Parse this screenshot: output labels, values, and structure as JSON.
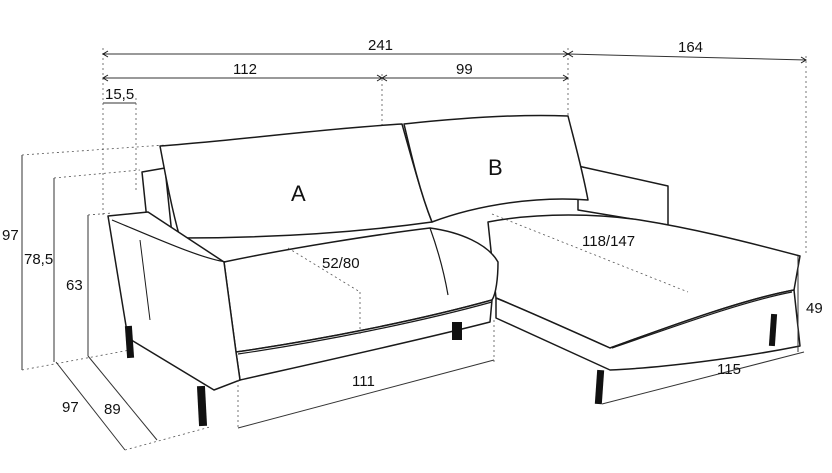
{
  "cushions": {
    "a": "A",
    "b": "B"
  },
  "dimensions": {
    "total_width": "241",
    "left_section": "112",
    "right_section": "99",
    "chaise_length": "164",
    "armrest": "15,5",
    "total_height": "97",
    "back_height": "78,5",
    "arm_height": "63",
    "total_depth": "97",
    "seat_depth": "89",
    "seat_width_a": "111",
    "seat_depth_a": "52/80",
    "seat_depth_b": "118/147",
    "chaise_height": "49",
    "chaise_width": "115"
  }
}
